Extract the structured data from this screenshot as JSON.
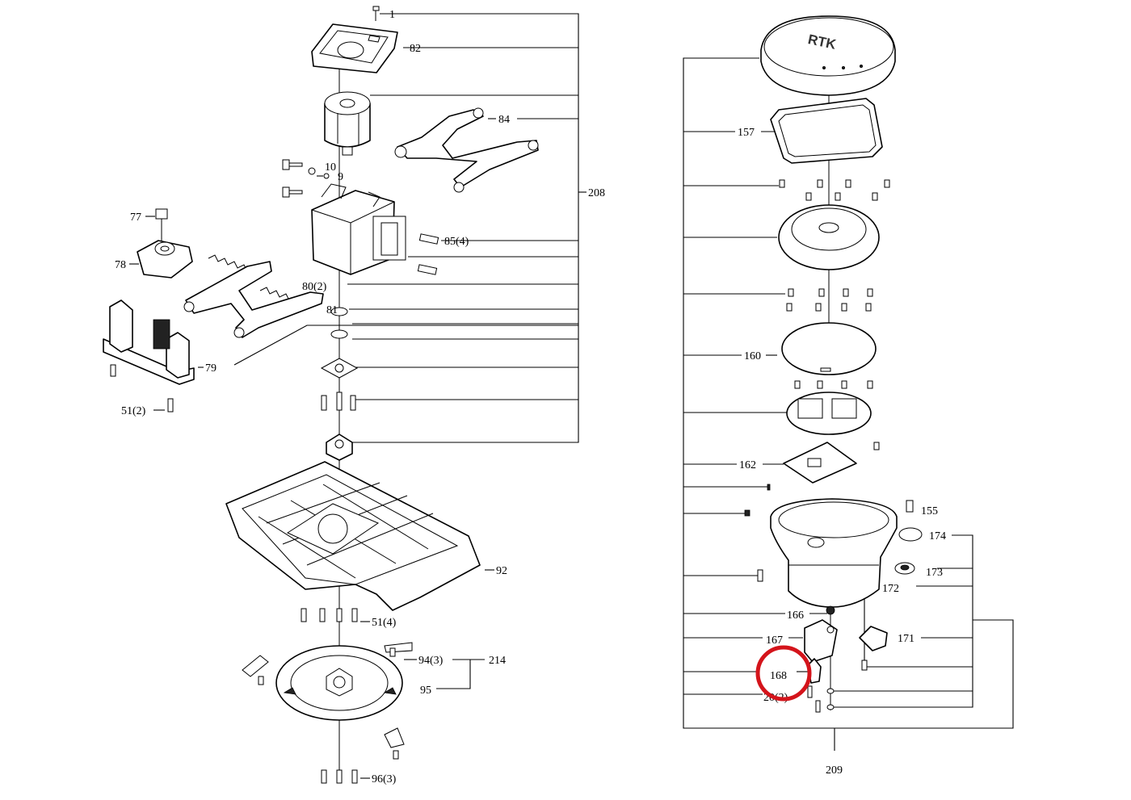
{
  "left_assembly": {
    "callouts": [
      "1",
      "82",
      "84",
      "10",
      "9",
      "208",
      "77",
      "78",
      "85(4)",
      "80(2)",
      "81",
      "79",
      "51(2)",
      "92",
      "51(4)",
      "94(3)",
      "214",
      "95",
      "96(3)"
    ]
  },
  "right_assembly": {
    "antenna_text": "RTK",
    "callouts": [
      "157",
      "160",
      "162",
      "155",
      "174",
      "173",
      "172",
      "166",
      "167",
      "171",
      "168",
      "20(2)",
      "209"
    ]
  },
  "highlight": {
    "target_callout": "168",
    "color": "#d4141b"
  }
}
